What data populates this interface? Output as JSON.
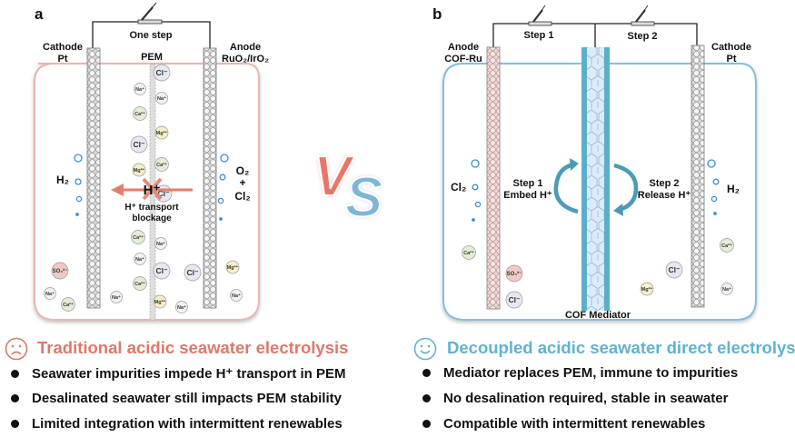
{
  "panel_a": {
    "letter": "a",
    "circuit_label": "One step",
    "cathode_label": [
      "Cathode",
      "Pt"
    ],
    "anode_label": [
      "Anode",
      "RuO₂/IrO₂"
    ],
    "membrane_label": "PEM",
    "left_gas": "H₂",
    "right_gas": [
      "O₂",
      "+",
      "Cl₂"
    ],
    "proton_label": "H⁺",
    "blockage_label": [
      "H⁺ transport",
      "blockage"
    ],
    "ions": [
      "Cl⁻",
      "Na⁺",
      "Na⁺",
      "Ca²⁺",
      "Mg²⁺",
      "Cl⁻",
      "Mg²⁺",
      "Ca²⁺",
      "Cl⁻",
      "Ca²⁺",
      "Na⁺",
      "Na⁺",
      "Cl⁻",
      "Cl⁻",
      "Ca²⁺",
      "Mg²⁺",
      "Na⁺",
      "SO₄²⁻",
      "Na⁺",
      "Ca²⁺",
      "Na⁺",
      "Mg²⁺",
      "Na⁺"
    ],
    "accent_color": "#e0776a",
    "title": "Traditional acidic seawater electrolysis",
    "face_icon": "sad-face-icon",
    "bullets": [
      "Seawater impurities impede H⁺ transport in PEM",
      "Desalinated seawater still impacts PEM stability",
      "Limited integration with intermittent renewables"
    ]
  },
  "vs": {
    "v": "V",
    "s": "S",
    "v_color": "#e8766a",
    "s_color": "#7fb6d6"
  },
  "panel_b": {
    "letter": "b",
    "step1_label": "Step 1",
    "step2_label": "Step 2",
    "anode_label": [
      "Anode",
      "COF-Ru"
    ],
    "cathode_label": [
      "Cathode",
      "Pt"
    ],
    "left_gas": "Cl₂",
    "right_gas": "H₂",
    "embed_label": [
      "Step 1",
      "Embed H⁺"
    ],
    "release_label": [
      "Step 2",
      "Release H⁺"
    ],
    "mediator_label": "COF Mediator",
    "ions": [
      "Ca²⁺",
      "SO₄²⁻",
      "Cl⁻",
      "Cl⁻",
      "Mg²⁺",
      "Ca²⁺",
      "Na⁺"
    ],
    "accent_color": "#5fb3cf",
    "title": "Decoupled acidic seawater direct electrolysis",
    "face_icon": "happy-face-icon",
    "bullets": [
      "Mediator replaces PEM, immune to impurities",
      "No desalination required, stable in seawater",
      "Compatible with intermittent renewables"
    ]
  }
}
